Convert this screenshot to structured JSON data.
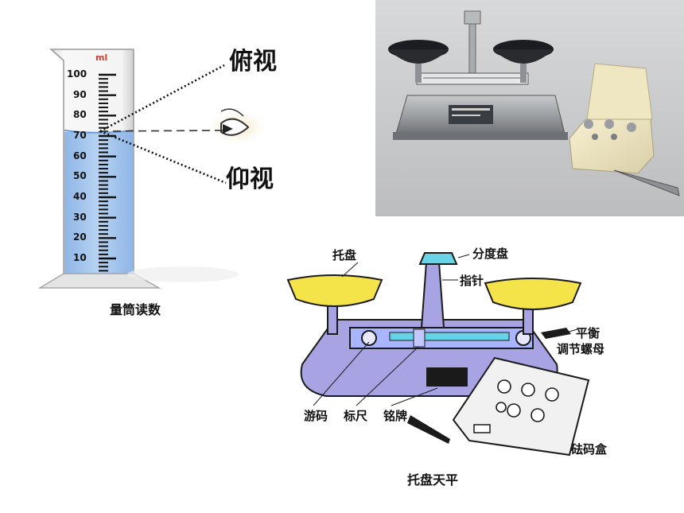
{
  "cylinder": {
    "unit": "ml",
    "ticks": [
      "100",
      "90",
      "80",
      "70",
      "60",
      "50",
      "40",
      "30",
      "20",
      "10"
    ],
    "caption": "量筒读数",
    "liquid_level_ml": 72
  },
  "views": {
    "top": "俯视",
    "bottom": "仰视"
  },
  "balance_diagram": {
    "caption": "托盘天平",
    "labels": {
      "tray": "托盘",
      "dial": "分度盘",
      "pointer": "指针",
      "adjust_1": "平衡",
      "adjust_2": "调节螺母",
      "rider": "游码",
      "scale": "标尺",
      "nameplate": "铭牌",
      "weight_box": "砝码盒"
    }
  },
  "colors": {
    "liquid": "#a9c8ec",
    "tray_yellow": "#f4e44a",
    "base_purple": "#a7a3e3",
    "photo_bg": "#c9cacc"
  }
}
